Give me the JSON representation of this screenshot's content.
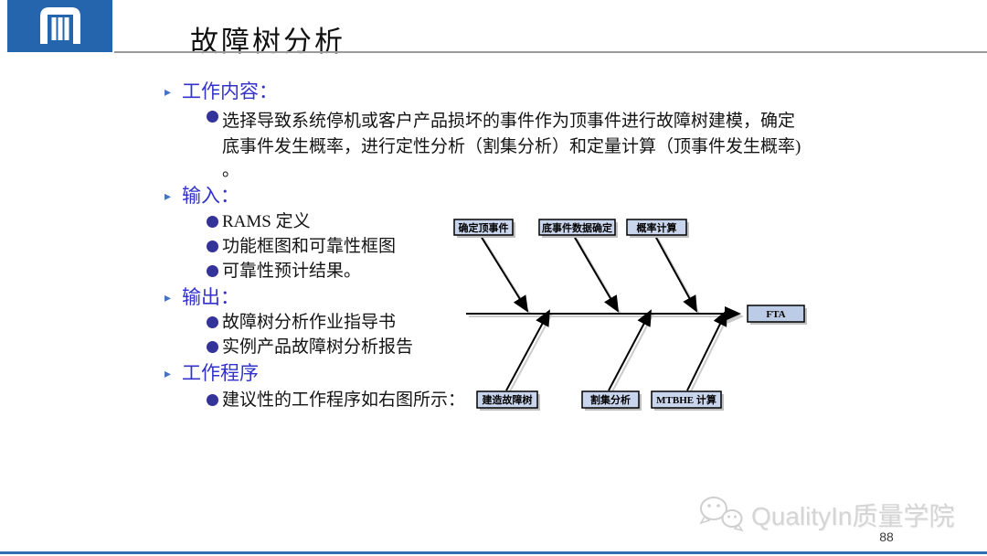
{
  "header": {
    "title": "故障树分析",
    "logo_icon": "gate-columns-icon"
  },
  "content": {
    "work": {
      "heading": "工作内容：",
      "line1": "选择导致系统停机或客户产品损坏的事件作为顶事件进行故障树建模，确定",
      "line2": "底事件发生概率，进行定性分析（割集分析）和定量计算（顶事件发生概率)",
      "line3": "。"
    },
    "input": {
      "heading": "输入：",
      "items": [
        "RAMS 定义",
        "功能框图和可靠性框图",
        "可靠性预计结果。"
      ]
    },
    "output": {
      "heading": "输出：",
      "items": [
        "故障树分析作业指导书",
        "实例产品故障树分析报告"
      ]
    },
    "procedure": {
      "heading": "工作程序",
      "items": [
        "建议性的工作程序如右图所示："
      ]
    }
  },
  "diagram": {
    "type": "fishbone-process",
    "top_steps": [
      "确定顶事件",
      "底事件数据确定",
      "概率计算"
    ],
    "bottom_steps": [
      "建造故障树",
      "割集分析",
      "MTBHE 计算"
    ],
    "result": "FTA"
  },
  "footer": {
    "brand": "QualityIn质量学院",
    "brand_icon": "wechat-icon",
    "page_number": "88"
  },
  "colors": {
    "logo_blue": "#2565ae",
    "heading_blue": "#3333cc",
    "bullet_navy": "#333399",
    "diagram_box_fill": "#c9d5ec",
    "title_rule_gray": "#999999",
    "bottom_bar_blue": "#2e6db4"
  }
}
